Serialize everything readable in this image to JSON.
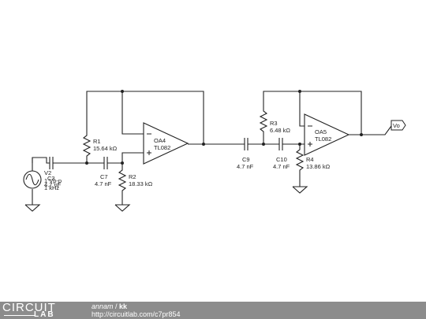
{
  "components": {
    "R1": {
      "ref": "R1",
      "value": "15.64 kΩ"
    },
    "R2": {
      "ref": "R2",
      "value": "18.33 kΩ"
    },
    "R3": {
      "ref": "R3",
      "value": "6.48 kΩ"
    },
    "R4": {
      "ref": "R4",
      "value": "13.86 kΩ"
    },
    "C7": {
      "ref": "C7",
      "value": "4.7 nF"
    },
    "C9": {
      "ref": "C9",
      "value": "4.7 nF"
    },
    "C10": {
      "ref": "C10",
      "value": "4.7 nF"
    },
    "C3": {
      "ref": "C3",
      "value": "4.7 nF"
    },
    "V2": {
      "ref": "V2",
      "amplitude": "1 Vp-p",
      "freq": "1 kHz"
    },
    "OA4": {
      "ref": "OA4",
      "model": "TL082"
    },
    "OA5": {
      "ref": "OA5",
      "model": "TL082"
    },
    "output": {
      "label": "Vo"
    }
  },
  "footer": {
    "logo_top": "CIRCUIT",
    "logo_bottom": "LAB",
    "author": "annam",
    "separator": " / ",
    "title": "kk",
    "url": "http://circuitlab.com/c7pr854"
  }
}
